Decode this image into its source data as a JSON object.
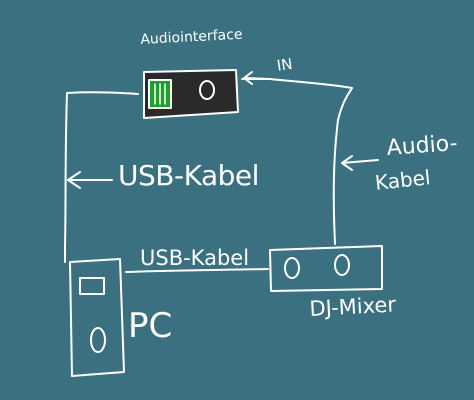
{
  "colors": {
    "background": "#3a7080",
    "ink": "#ffffff",
    "device_fill": "#2a2a2a",
    "accent_green": "#1e9e2a"
  },
  "devices": {
    "audio_interface": {
      "label": "Audiointerface",
      "port_label": "IN"
    },
    "pc": {
      "label": "PC"
    },
    "dj_mixer": {
      "label": "DJ-Mixer"
    }
  },
  "cables": {
    "usb_interface_pc": {
      "label": "USB-Kabel"
    },
    "usb_pc_mixer": {
      "label": "USB-Kabel"
    },
    "audio_mixer_interface": {
      "label_line1": "Audio-",
      "label_line2": "Kabel"
    }
  }
}
